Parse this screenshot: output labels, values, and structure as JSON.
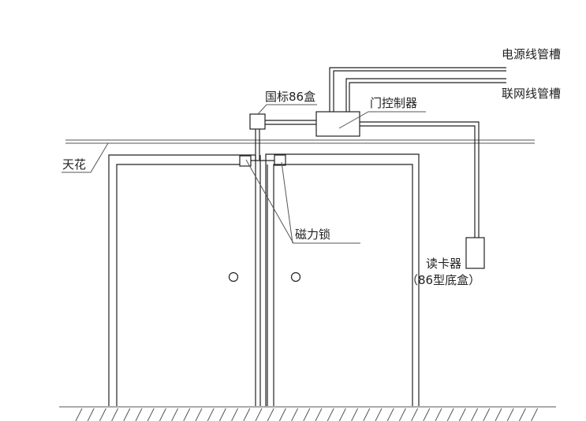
{
  "labels": {
    "power_conduit": "电源线管槽",
    "network_conduit": "联网线管槽",
    "junction_box": "国标86盒",
    "door_controller": "门控制器",
    "ceiling": "天花",
    "magnetic_lock": "磁力锁",
    "card_reader": "读卡器",
    "card_reader_box": "（86型底盒）"
  }
}
